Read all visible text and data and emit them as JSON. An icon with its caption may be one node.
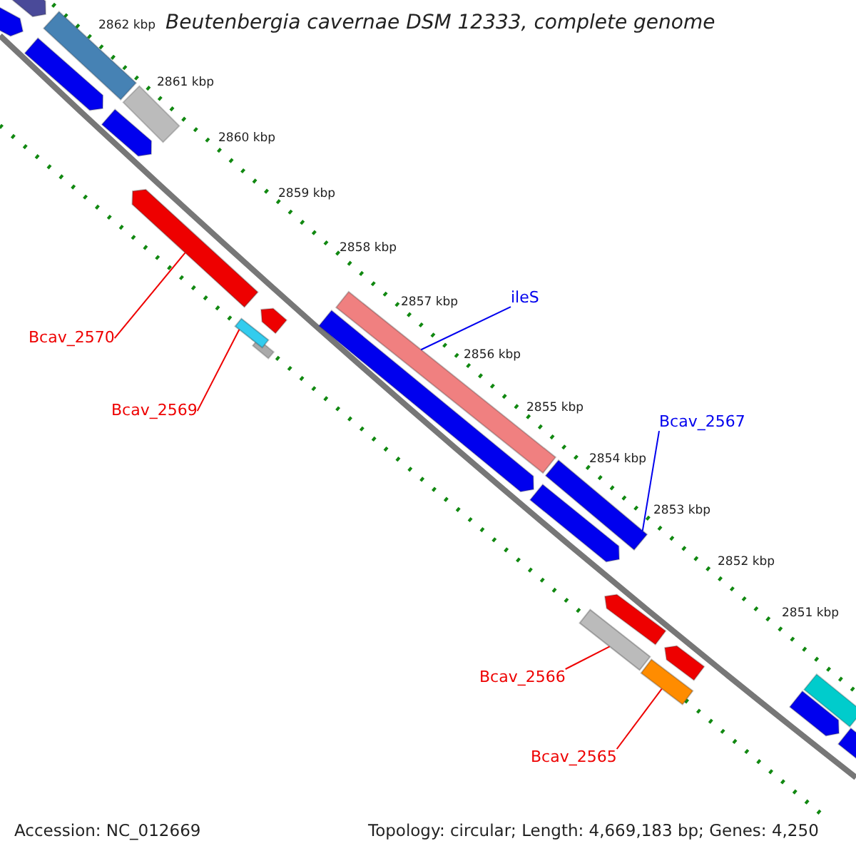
{
  "diagram": {
    "title": "Beutenbergia cavernae DSM 12333, complete genome",
    "nodes": [
      {
        "text": [
          "ileS"
        ]
      },
      {
        "text": [
          "Bcav_2567"
        ]
      },
      {
        "text": [
          "Bcav_2570"
        ]
      },
      {
        "text": [
          "Bcav_2569"
        ]
      },
      {
        "text": [
          "Bcav_2566"
        ]
      },
      {
        "text": [
          "Bcav_2565"
        ]
      },
      {
        "text": [],
        "shape": "bar"
      },
      {
        "text": [],
        "shape": "bar"
      },
      {
        "text": [],
        "shape": "bar"
      },
      {
        "text": [],
        "shape": "bar"
      },
      {
        "text": [],
        "shape": "bar"
      },
      {
        "text": [],
        "shape": "bar"
      }
    ],
    "edges": [
      {
        "from": 0,
        "to": 8,
        "arrow": "none",
        "color": "#0000ee"
      },
      {
        "from": 1,
        "to": 9,
        "arrow": "none",
        "color": "#0000ee"
      },
      {
        "from": 2,
        "to": 6,
        "arrow": "none"
      },
      {
        "from": 3,
        "to": 7,
        "arrow": "none"
      },
      {
        "from": 4,
        "to": 10,
        "arrow": "none"
      },
      {
        "from": 5,
        "to": 11,
        "arrow": "none"
      }
    ],
    "labels": [
      "2862 kbp",
      "2861 kbp",
      "2860 kbp",
      "2859 kbp",
      "2858 kbp",
      "2857 kbp",
      "2856 kbp",
      "2855 kbp",
      "2854 kbp",
      "2853 kbp",
      "2852 kbp",
      "2851 kbp",
      "Accession: NC_012669",
      "Topology: circular; Length: 4,669,183 bp; Genes: 4,250"
    ]
  }
}
